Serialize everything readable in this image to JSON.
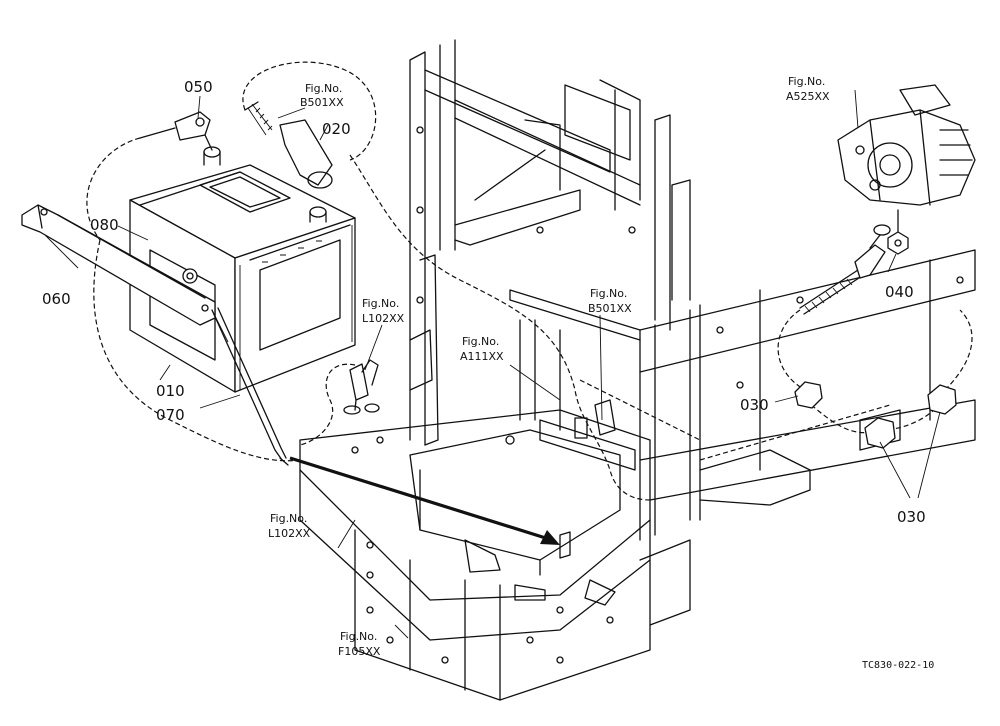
{
  "figure_code": "TC830-022-10",
  "part_labels": {
    "p010": "010",
    "p020": "020",
    "p030a": "030",
    "p030b": "030",
    "p040": "040",
    "p050": "050",
    "p060": "060",
    "p070": "070",
    "p080": "080"
  },
  "fig_refs": {
    "b501_top": {
      "title": "Fig.No.",
      "code": "B501XX"
    },
    "a525": {
      "title": "Fig.No.",
      "code": "A525XX"
    },
    "l102_mid": {
      "title": "Fig.No.",
      "code": "L102XX"
    },
    "b501_mid": {
      "title": "Fig.No.",
      "code": "B501XX"
    },
    "a111": {
      "title": "Fig.No.",
      "code": "A111XX"
    },
    "l102_low": {
      "title": "Fig.No.",
      "code": "L102XX"
    },
    "f105": {
      "title": "Fig.No.",
      "code": "F105XX"
    }
  }
}
